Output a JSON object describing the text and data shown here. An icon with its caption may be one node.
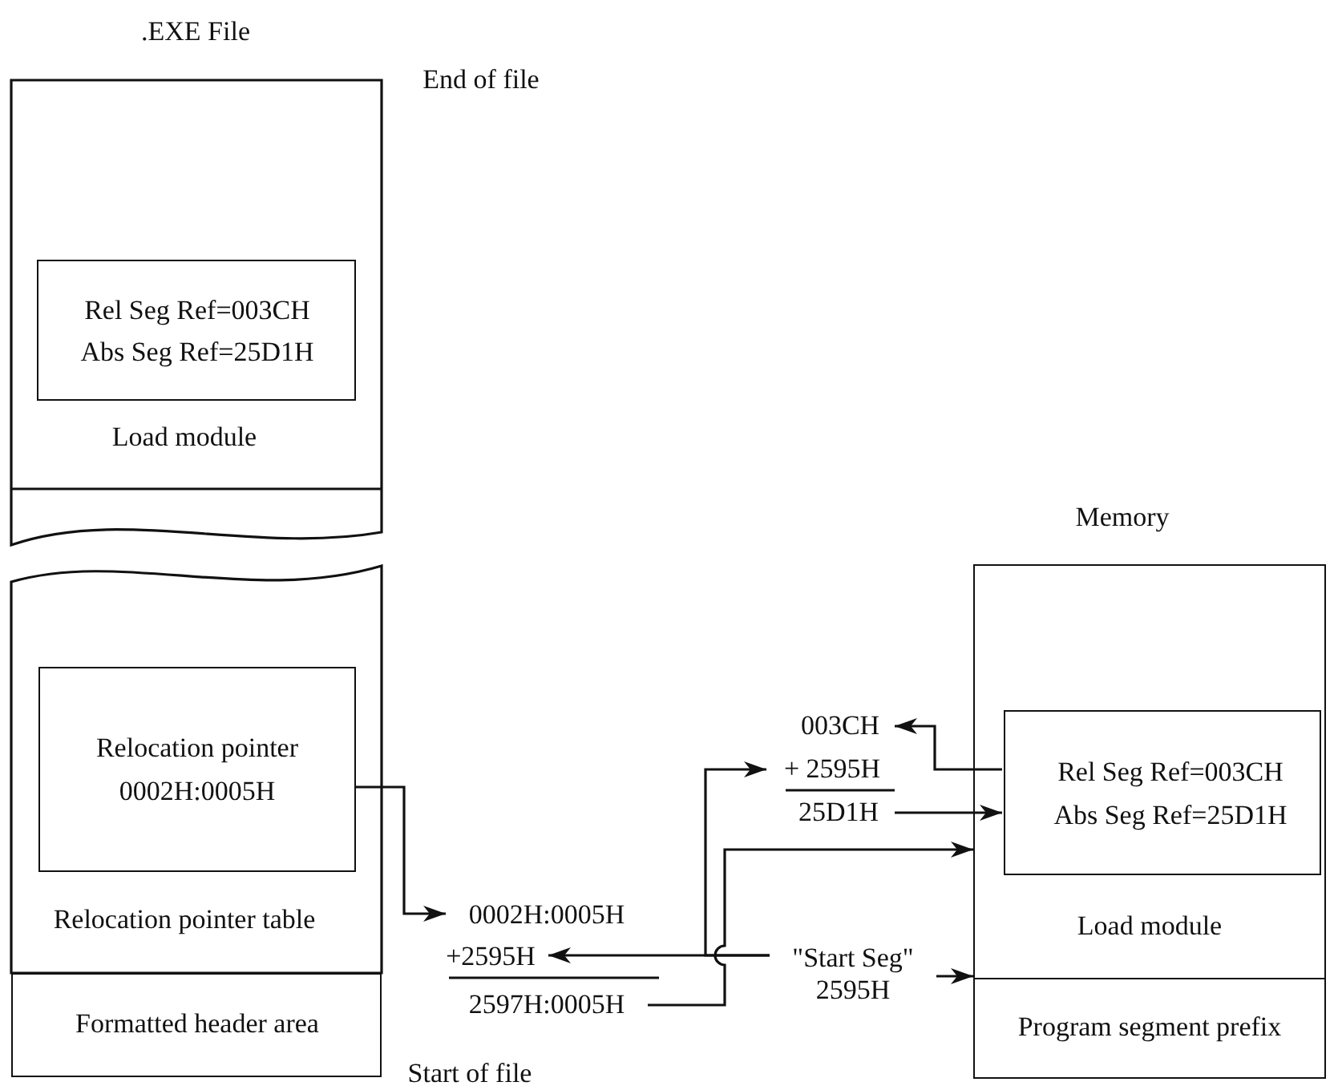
{
  "diagram": {
    "nodes": [
      {
        "text": [
          "Load module"
        ],
        "beside": [
          ".EXE File",
          "End of file"
        ]
      },
      {
        "text": [
          "Rel Seg Ref=003CH",
          "Abs Seg Ref=25D1H"
        ],
        "in": 0
      },
      {
        "text": [
          "Relocation pointer table"
        ]
      },
      {
        "text": [
          "Relocation pointer",
          "0002H:0005H"
        ],
        "in": 2
      },
      {
        "text": [
          "Formatted header area"
        ],
        "beside": [
          "Start of file"
        ]
      },
      {
        "text": [
          "0002H:0005H"
        ]
      },
      {
        "text": [
          "+2595H"
        ]
      },
      {
        "text": [
          "2597H:0005H"
        ]
      },
      {
        "text": [
          "\"Start Seg\" 2595H"
        ]
      },
      {
        "text": [
          "003CH"
        ]
      },
      {
        "text": [
          "+ 2595H"
        ]
      },
      {
        "text": [
          "25D1H"
        ]
      },
      {
        "text": [
          "Load module"
        ],
        "beside": [
          "Memory"
        ]
      },
      {
        "text": [
          "Rel Seg Ref=003CH",
          "Abs Seg Ref=25D1H"
        ],
        "in": 12
      },
      {
        "text": [
          "Program segment prefix"
        ]
      }
    ],
    "edges": [
      {
        "from": 3,
        "to": 5,
        "arrow": "to"
      },
      {
        "from": 8,
        "to": 6,
        "arrow": "to"
      },
      {
        "from": 8,
        "to": 10,
        "arrow": "to"
      },
      {
        "from": 7,
        "to": 12,
        "arrow": "to"
      },
      {
        "from": 13,
        "to": 9,
        "arrow": "to"
      },
      {
        "from": 11,
        "to": 13,
        "arrow": "to"
      },
      {
        "from": 8,
        "to": 12,
        "arrow": "to"
      }
    ]
  }
}
